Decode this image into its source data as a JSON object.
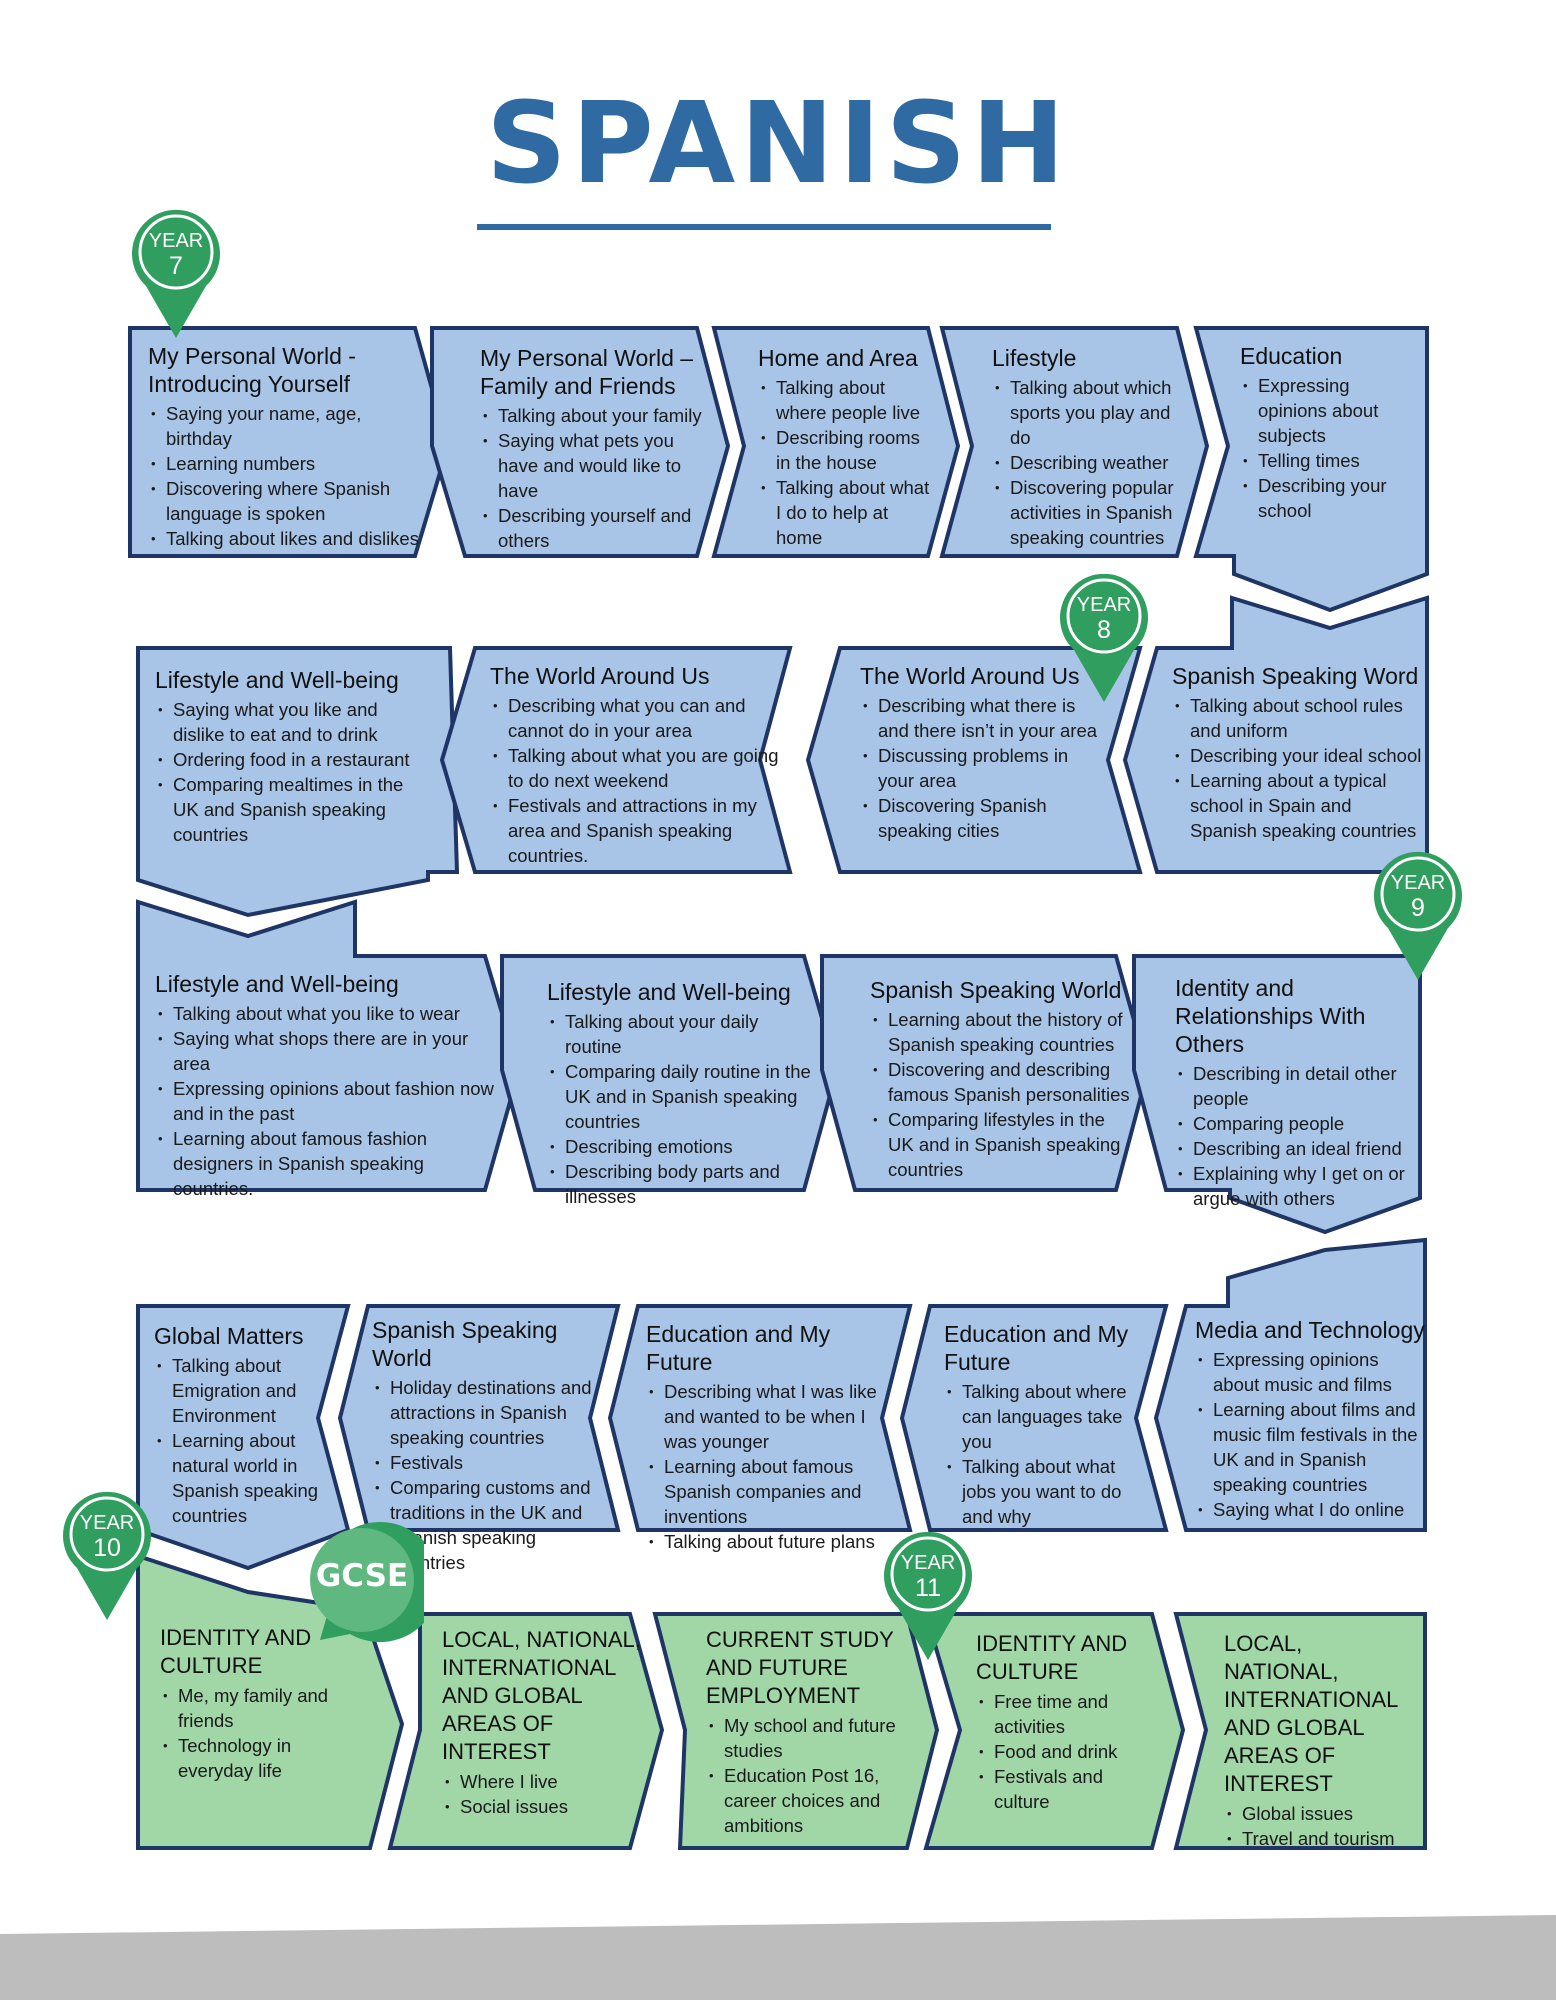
{
  "title": "SPANISH",
  "colors": {
    "blue": "#a8c4e6",
    "green": "#a1d6a6",
    "border": "#1f3565",
    "pin": "#2f9e5e",
    "title": "#2f6aa3"
  },
  "pins": {
    "y7": "7",
    "y8": "8",
    "y9": "9",
    "y10": "10",
    "y11": "11",
    "year_label": "YEAR"
  },
  "gcse_label": "GCSE",
  "row1": [
    {
      "title": "My Personal World - Introducing Yourself",
      "items": [
        "Saying your name, age, birthday",
        "Learning numbers",
        "Discovering where Spanish language is spoken",
        "Talking about likes and dislikes"
      ]
    },
    {
      "title": "My Personal World – Family and Friends",
      "items": [
        "Talking about your family",
        "Saying what pets you have and would like to have",
        "Describing yourself and others"
      ]
    },
    {
      "title": "Home and Area",
      "items": [
        "Talking about where people live",
        "Describing rooms in the house",
        "Talking about what I do to help at home"
      ]
    },
    {
      "title": "Lifestyle",
      "items": [
        "Talking about which sports you play and do",
        "Describing weather",
        "Discovering popular activities in Spanish speaking countries"
      ]
    },
    {
      "title": "Education",
      "items": [
        "Expressing opinions about subjects",
        "Telling times",
        "Describing your school"
      ]
    }
  ],
  "row2": [
    {
      "title": "Lifestyle and Well-being",
      "items": [
        "Saying what you like and dislike to eat and to drink",
        "Ordering food in a restaurant",
        "Comparing mealtimes in the UK and Spanish speaking countries"
      ]
    },
    {
      "title": "The World Around Us",
      "items": [
        "Describing what you can and cannot do in your area",
        "Talking about what you are going to do next weekend",
        "Festivals and attractions in my area and Spanish speaking countries."
      ]
    },
    {
      "title": "The World Around Us",
      "items": [
        "Describing what there is and there isn’t in your area",
        "Discussing problems in your area",
        "Discovering Spanish speaking cities"
      ]
    },
    {
      "title": "Spanish Speaking Word",
      "items": [
        "Talking about school rules and uniform",
        "Describing your ideal school",
        "Learning about a typical school in Spain and Spanish speaking countries"
      ]
    }
  ],
  "row3": [
    {
      "title": "Lifestyle and Well-being",
      "items": [
        "Talking about what you like to wear",
        "Saying what shops there are in your area",
        "Expressing opinions about fashion now and in the past",
        "Learning about famous fashion designers in Spanish speaking countries."
      ]
    },
    {
      "title": "Lifestyle and Well-being",
      "items": [
        "Talking about your daily routine",
        "Comparing daily routine in the UK and in Spanish speaking countries",
        "Describing emotions",
        "Describing body parts and illnesses"
      ]
    },
    {
      "title": "Spanish Speaking World",
      "items": [
        "Learning about the history of Spanish speaking countries",
        "Discovering and describing famous Spanish personalities",
        "Comparing lifestyles in the UK and in Spanish speaking countries"
      ]
    },
    {
      "title": "Identity and Relationships With Others",
      "items": [
        "Describing in detail other people",
        "Comparing people",
        "Describing an ideal friend",
        "Explaining why I get on or argue with others"
      ]
    }
  ],
  "row4": [
    {
      "title": "Global Matters",
      "items": [
        "Talking about Emigration and Environment",
        "Learning about natural world in Spanish speaking countries"
      ]
    },
    {
      "title": "Spanish Speaking World",
      "items": [
        "Holiday destinations and attractions in Spanish speaking countries",
        "Festivals",
        "Comparing customs and traditions in the UK and Spanish speaking countries"
      ]
    },
    {
      "title": "Education and My Future",
      "items": [
        "Describing what I was like and wanted to be when I was younger",
        "Learning about famous Spanish companies and inventions",
        "Talking about future plans"
      ]
    },
    {
      "title": "Education and My Future",
      "items": [
        "Talking about where can languages take you",
        "Talking about what jobs you want to do and why"
      ]
    },
    {
      "title": "Media and Technology",
      "items": [
        "Expressing opinions about music and films",
        "Learning about films and music film festivals in the UK and in Spanish speaking countries",
        "Saying what I do online"
      ]
    }
  ],
  "row5": [
    {
      "title": "IDENTITY AND CULTURE",
      "items": [
        "Me, my family and friends",
        "Technology in everyday life"
      ]
    },
    {
      "title": "LOCAL, NATIONAL, INTERNATIONAL AND GLOBAL AREAS OF INTEREST",
      "items": [
        "Where I live",
        "Social issues"
      ]
    },
    {
      "title": "CURRENT STUDY AND FUTURE EMPLOYMENT",
      "items": [
        "My school and future studies",
        "Education Post 16, career choices and ambitions"
      ]
    },
    {
      "title": "IDENTITY AND CULTURE",
      "items": [
        "Free time and activities",
        "Food and drink",
        "Festivals and culture"
      ]
    },
    {
      "title": "LOCAL, NATIONAL, INTERNATIONAL AND GLOBAL AREAS OF INTEREST",
      "items": [
        "Global issues",
        "Travel and tourism"
      ]
    }
  ]
}
